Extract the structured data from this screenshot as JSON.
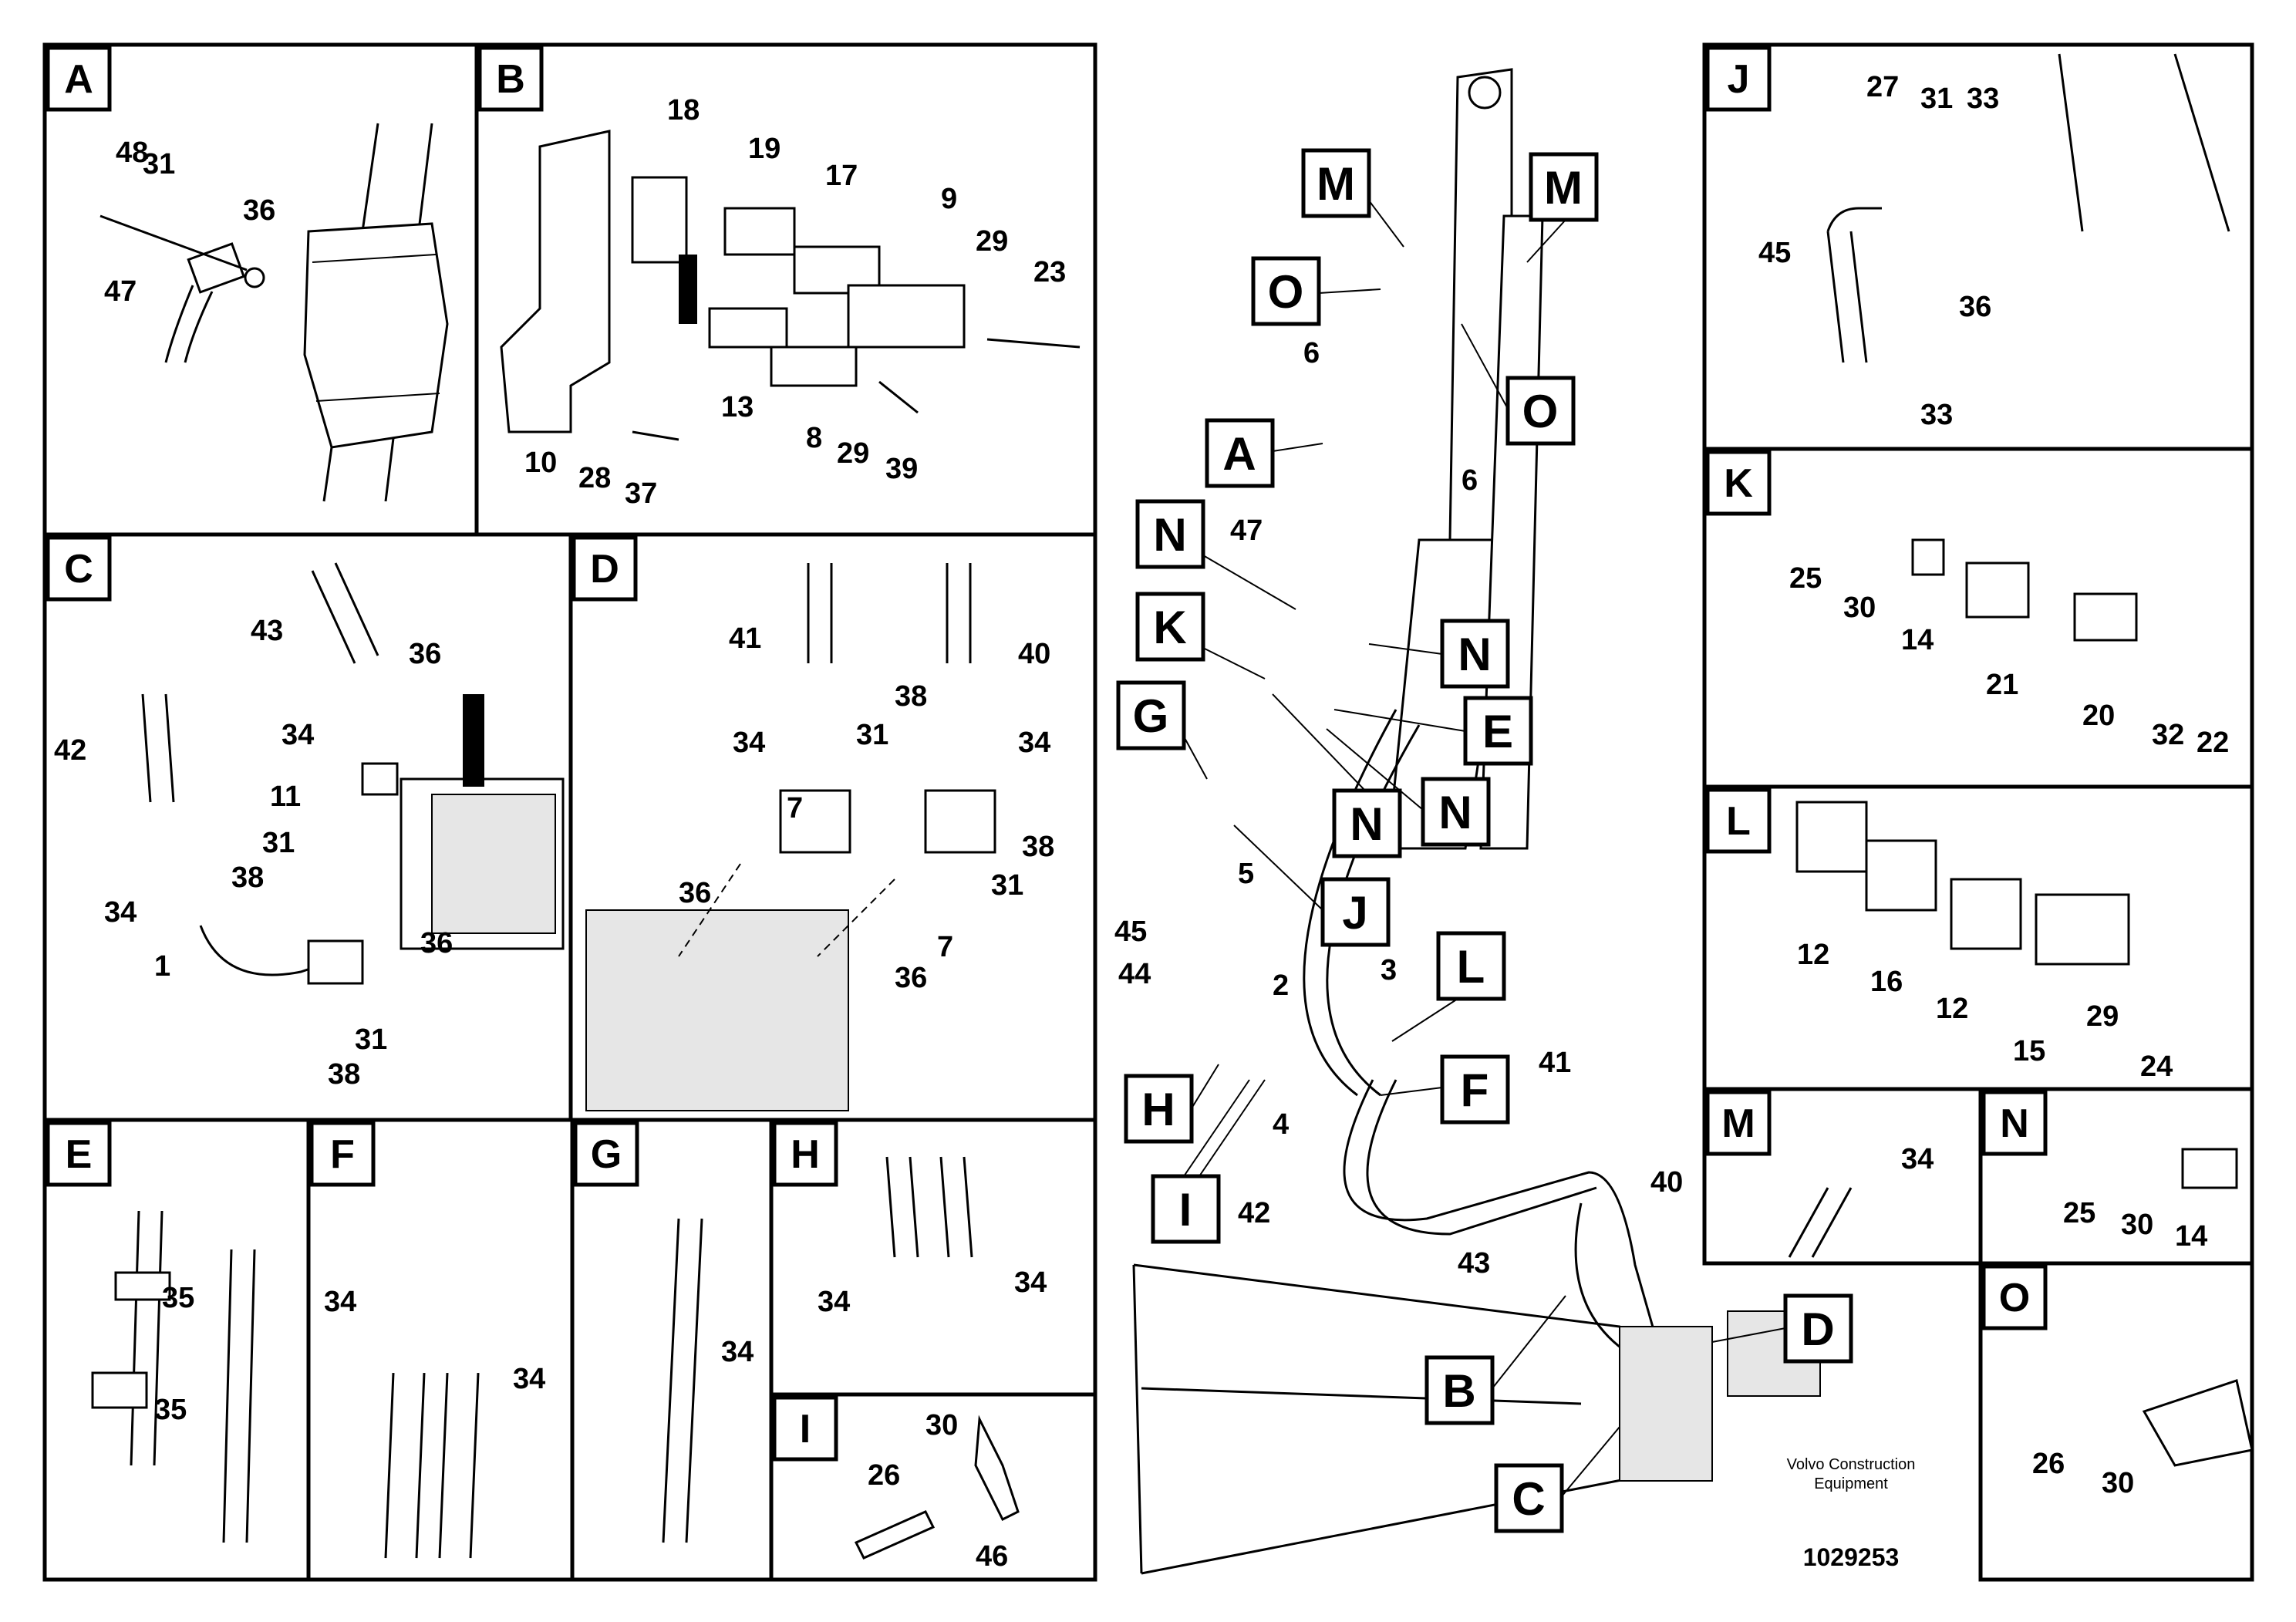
{
  "panels": {
    "A": {
      "label": "A",
      "callouts": [
        "48",
        "31",
        "36",
        "47"
      ]
    },
    "B": {
      "label": "B",
      "callouts": [
        "18",
        "19",
        "17",
        "9",
        "29",
        "23",
        "10",
        "28",
        "37",
        "13",
        "8",
        "29",
        "39"
      ]
    },
    "C": {
      "label": "C",
      "callouts": [
        "43",
        "36",
        "42",
        "34",
        "11",
        "31",
        "38",
        "34",
        "1",
        "36",
        "31",
        "38"
      ]
    },
    "D": {
      "label": "D",
      "callouts": [
        "41",
        "40",
        "34",
        "38",
        "34",
        "31",
        "7",
        "38",
        "36",
        "31",
        "36",
        "7"
      ]
    },
    "E": {
      "label": "E",
      "callouts": [
        "35",
        "35"
      ]
    },
    "F": {
      "label": "F",
      "callouts": [
        "34",
        "34"
      ]
    },
    "G": {
      "label": "G",
      "callouts": [
        "34"
      ]
    },
    "H": {
      "label": "H",
      "callouts": [
        "34",
        "34"
      ]
    },
    "I": {
      "label": "I",
      "callouts": [
        "30",
        "26",
        "46"
      ]
    },
    "J": {
      "label": "J",
      "callouts": [
        "27",
        "31",
        "33",
        "45",
        "36",
        "33"
      ]
    },
    "K": {
      "label": "K",
      "callouts": [
        "25",
        "30",
        "14",
        "21",
        "20",
        "32",
        "22"
      ]
    },
    "L": {
      "label": "L",
      "callouts": [
        "12",
        "16",
        "12",
        "15",
        "29",
        "24"
      ]
    },
    "M": {
      "label": "M",
      "callouts": [
        "34"
      ]
    },
    "N": {
      "label": "N",
      "callouts": [
        "25",
        "30",
        "14"
      ]
    },
    "O": {
      "label": "O",
      "callouts": [
        "26",
        "30"
      ]
    }
  },
  "main": {
    "tags": [
      "M",
      "M",
      "O",
      "O",
      "A",
      "N",
      "K",
      "N",
      "G",
      "E",
      "N",
      "N",
      "J",
      "L",
      "F",
      "H",
      "I",
      "D",
      "B",
      "C"
    ],
    "callouts": [
      "6",
      "6",
      "47",
      "5",
      "3",
      "45",
      "44",
      "2",
      "4",
      "41",
      "40",
      "42",
      "43"
    ]
  },
  "footer": {
    "brand_line1": "Volvo Construction",
    "brand_line2": "Equipment",
    "doc_number": "1029253"
  }
}
